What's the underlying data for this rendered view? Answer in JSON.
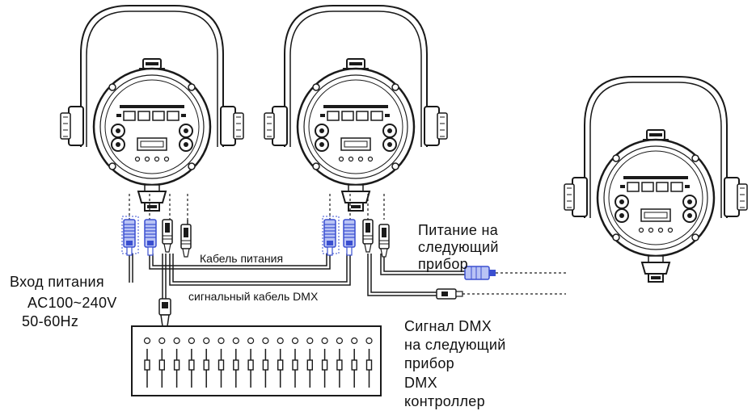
{
  "labels": {
    "power_cable": "Кабель питания",
    "dmx_cable": "сигнальный кабель DMX",
    "power_input": "Вход питания",
    "ac_voltage": "AC100~240V",
    "ac_frequency": "50-60Hz",
    "power_next_line1": "Питание на",
    "power_next_line2": "следующий",
    "power_next_line3": "прибор",
    "dmx_next_line1": "Сигнал DMX",
    "dmx_next_line2": "на следующий",
    "dmx_next_line3": "прибор",
    "controller_line1": "DMX",
    "controller_line2": "контроллер"
  },
  "colors": {
    "line": "#1a1a1a",
    "connector_blue": "#3a4fd0",
    "connector_fill": "#b9c3f5"
  },
  "fixtures": [
    {
      "id": "fixture-1"
    },
    {
      "id": "fixture-2"
    },
    {
      "id": "fixture-3"
    }
  ],
  "controller": {
    "fader_count": 16
  }
}
